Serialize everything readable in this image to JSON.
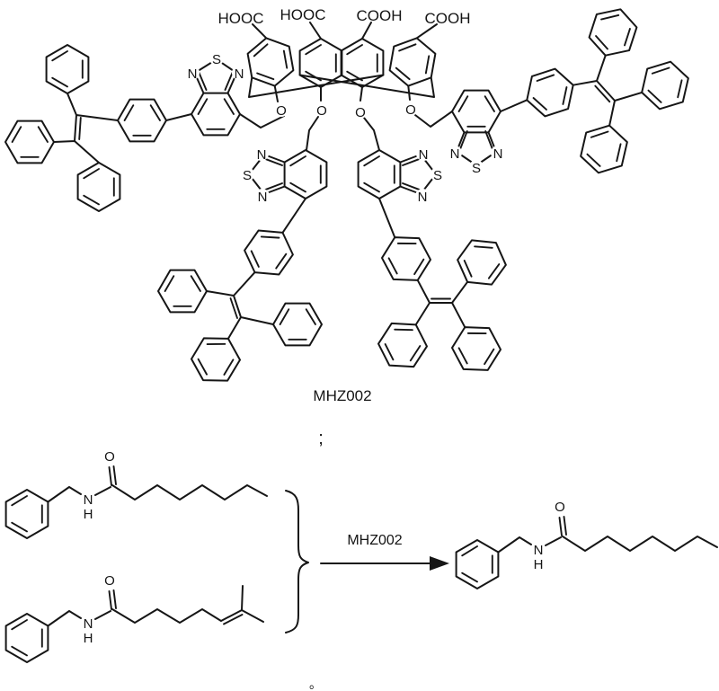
{
  "figure": {
    "kind": "chemical reaction scheme",
    "compound": {
      "caption": "MHZ002",
      "carboxyl_labels": [
        "HOOC",
        "HOOC",
        "COOH",
        "COOH"
      ],
      "ether_oxygen": "O"
    },
    "atoms": {
      "nitrogen": "N",
      "sulfur": "S",
      "oxygen": "O",
      "hydrogen": "H"
    },
    "separator": ";",
    "reaction": {
      "catalyst_label": "MHZ002",
      "end_mark": "。"
    }
  }
}
